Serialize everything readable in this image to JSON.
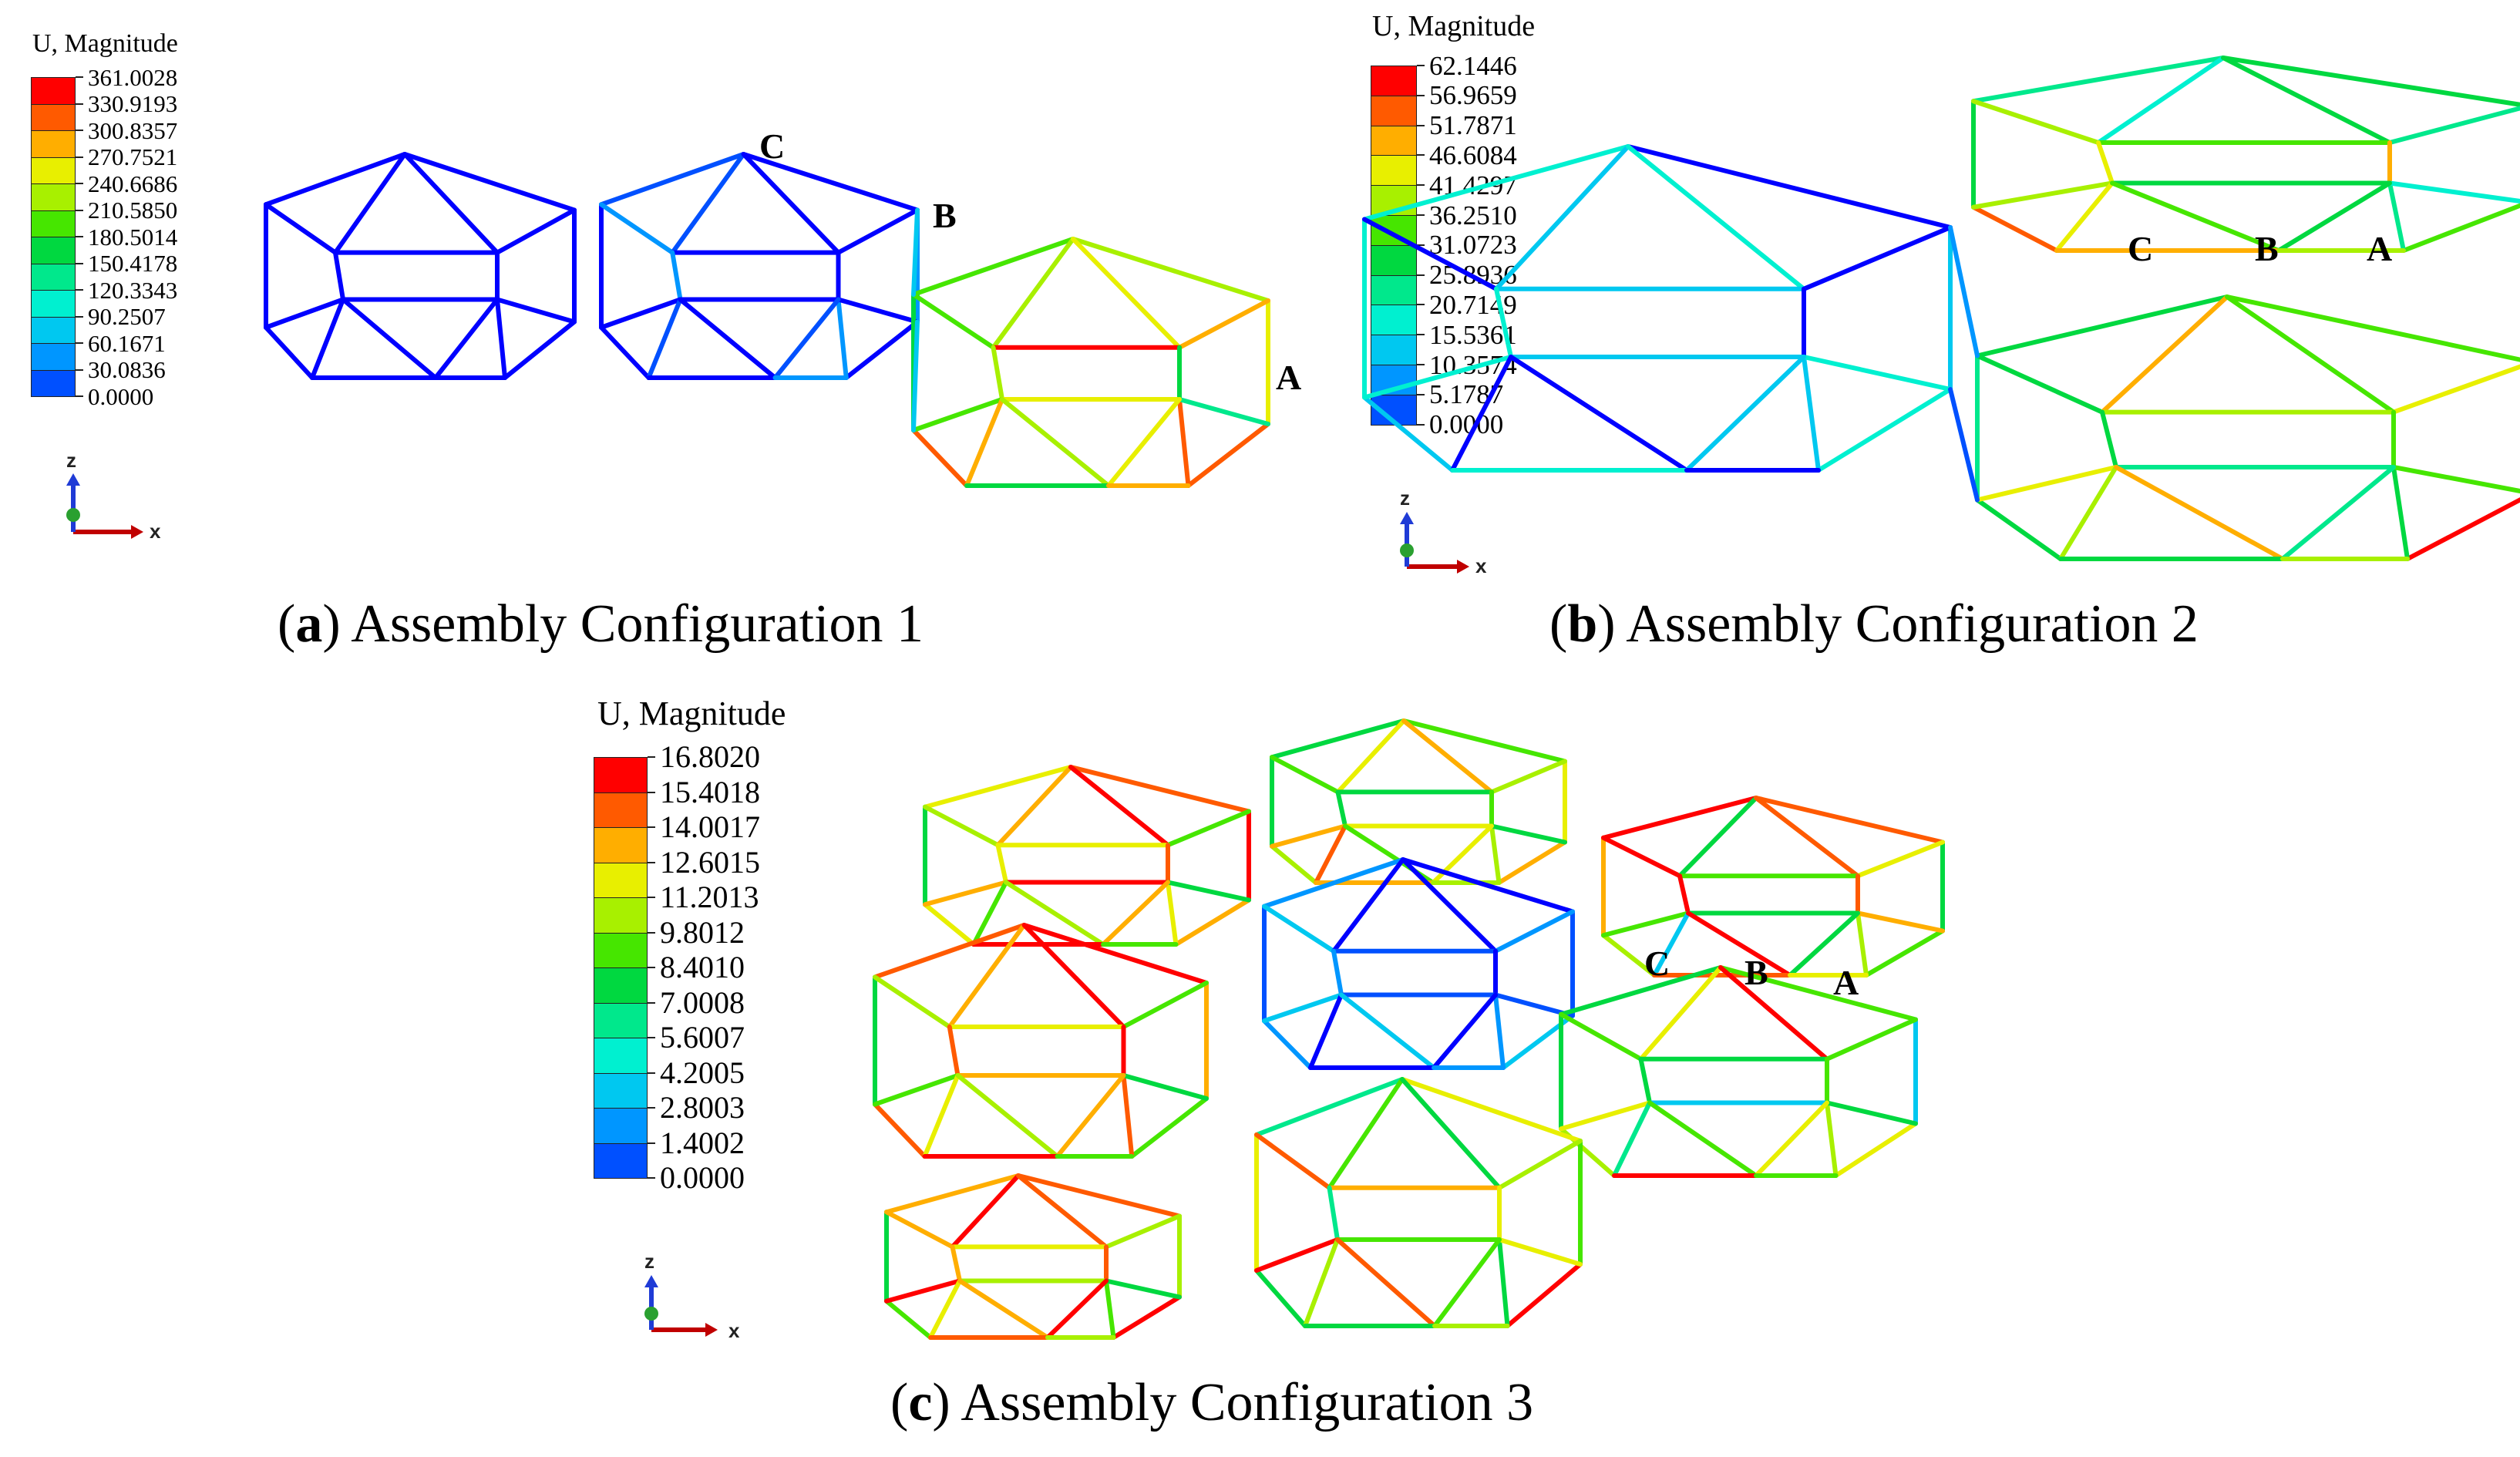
{
  "panels": [
    {
      "id": "a",
      "caption_letter": "a",
      "caption_text": "Assembly Configuration 1",
      "legend_title": "U, Magnitude",
      "legend_values": [
        "361.0028",
        "330.9193",
        "300.8357",
        "270.7521",
        "240.6686",
        "210.5850",
        "180.5014",
        "150.4178",
        "120.3343",
        "90.2507",
        "60.1671",
        "30.0836",
        "0.0000"
      ],
      "node_labels": [
        "C",
        "B",
        "A"
      ],
      "axis_labels": {
        "z": "z",
        "x": "x"
      }
    },
    {
      "id": "b",
      "caption_letter": "b",
      "caption_text": "Assembly Configuration 2",
      "legend_title": "U, Magnitude",
      "legend_values": [
        "62.1446",
        "56.9659",
        "51.7871",
        "46.6084",
        "41.4297",
        "36.2510",
        "31.0723",
        "25.8936",
        "20.7149",
        "15.5361",
        "10.3574",
        "5.1787",
        "0.0000"
      ],
      "node_labels": [
        "C",
        "B",
        "A"
      ],
      "axis_labels": {
        "z": "z",
        "x": "x"
      }
    },
    {
      "id": "c",
      "caption_letter": "c",
      "caption_text": "Assembly Configuration 3",
      "legend_title": "U, Magnitude",
      "legend_values": [
        "16.8020",
        "15.4018",
        "14.0017",
        "12.6015",
        "11.2013",
        "9.8012",
        "8.4010",
        "7.0008",
        "5.6007",
        "4.2005",
        "2.8003",
        "1.4002",
        "0.0000"
      ],
      "node_labels": [
        "C",
        "B",
        "A"
      ],
      "axis_labels": {
        "z": "z",
        "x": "x"
      }
    }
  ],
  "colormap": [
    "#ff0000",
    "#ff5a00",
    "#ffae00",
    "#e8ef00",
    "#a8f000",
    "#46e600",
    "#00d840",
    "#00e88c",
    "#00f0d0",
    "#00c8f0",
    "#0096ff",
    "#0050ff",
    "#0000ff"
  ]
}
